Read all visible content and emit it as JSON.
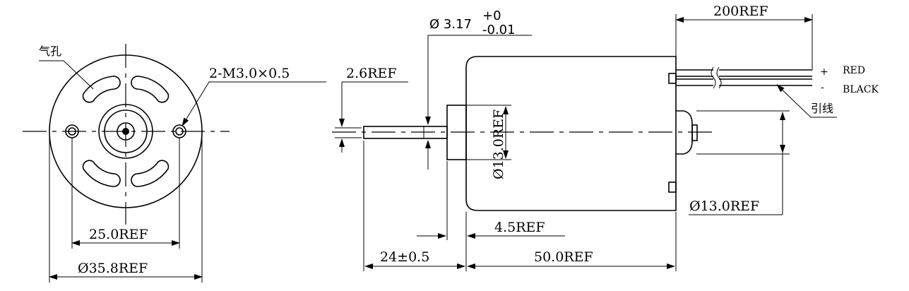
{
  "front_view": {
    "vent_label": "气孔",
    "thread_label": "2-M3.0×0.5",
    "hole_spacing": "25.0REF",
    "outer_diameter": "Ø35.8REF"
  },
  "side_view": {
    "shaft_diameter_base": "Ø 3.17",
    "shaft_tol_upper": "+0",
    "shaft_tol_lower": "-0.01",
    "flat_ref": "2.6REF",
    "boss_diameter": "Ø13.0REF",
    "lead_length": "200REF",
    "plus_sign": "+",
    "red_label": "RED",
    "minus_sign": "-",
    "black_label": "BLACK",
    "lead_wire_label": "引线",
    "rear_boss_diameter": "Ø13.0REF",
    "boss_length": "4.5REF",
    "shaft_length": "24±0.5",
    "body_length": "50.0REF"
  }
}
